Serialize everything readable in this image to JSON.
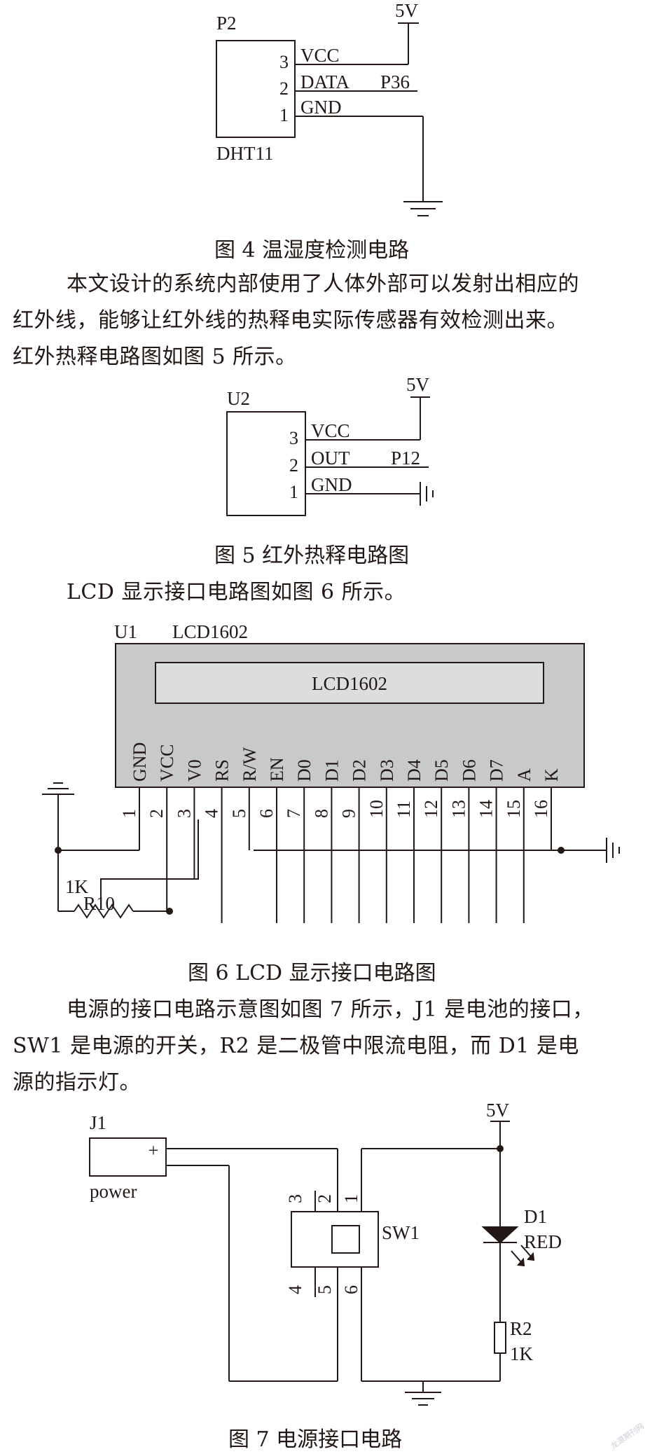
{
  "fig4": {
    "designator": "P2",
    "part": "DHT11",
    "pins": [
      "3",
      "2",
      "1"
    ],
    "nets": [
      "VCC",
      "DATA",
      "GND"
    ],
    "data_port": "P36",
    "supply": "5V",
    "caption": "图 4   温湿度检测电路"
  },
  "para1": [
    "本文设计的系统内部使用了人体外部可以发射出相应的",
    "红外线，能够让红外线的热释电实际传感器有效检测出来。",
    "红外热释电路图如图 5 所示。"
  ],
  "fig5": {
    "designator": "U2",
    "pins": [
      "3",
      "2",
      "1"
    ],
    "nets": [
      "VCC",
      "OUT",
      "GND"
    ],
    "out_port": "P12",
    "supply": "5V",
    "caption": "图 5   红外热释电路图"
  },
  "para2": [
    "LCD 显示接口电路图如图 6 所示。"
  ],
  "fig6": {
    "designator": "U1",
    "part": "LCD1602",
    "screen_label": "LCD1602",
    "pin_names": [
      "GND",
      "VCC",
      "V0",
      "RS",
      "R/W",
      "EN",
      "D0",
      "D1",
      "D2",
      "D3",
      "D4",
      "D5",
      "D6",
      "D7",
      "A",
      "K"
    ],
    "pin_numbers": [
      "1",
      "2",
      "3",
      "4",
      "5",
      "6",
      "7",
      "8",
      "9",
      "10",
      "11",
      "12",
      "13",
      "14",
      "15",
      "16"
    ],
    "resistor_value": "1K",
    "resistor_name": "R10",
    "caption": "图 6   LCD 显示接口电路图"
  },
  "para3": [
    "电源的接口电路示意图如图 7 所示，J1 是电池的接口，",
    "SW1 是电源的开关，R2 是二极管中限流电阻，而 D1 是电",
    "源的指示灯。"
  ],
  "fig7": {
    "connector": "J1",
    "connector_label": "power",
    "plus": "+",
    "switch": "SW1",
    "switch_pins": [
      "3",
      "2",
      "1",
      "4",
      "5",
      "6"
    ],
    "diode": "D1",
    "diode_color": "RED",
    "resistor": "R2",
    "resistor_value": "1K",
    "supply": "5V",
    "caption": "图 7   电源接口电路"
  },
  "watermark": "龙源期刊网"
}
